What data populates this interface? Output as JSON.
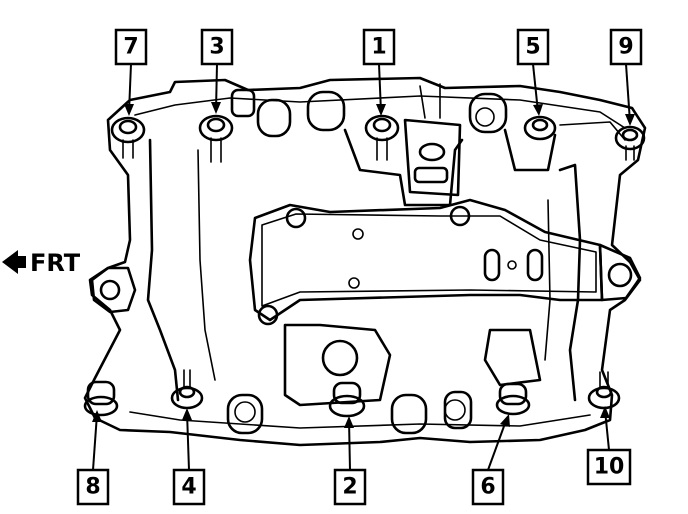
{
  "direction_label": {
    "text": "FRT"
  },
  "bolts": [
    {
      "number": "7"
    },
    {
      "number": "3"
    },
    {
      "number": "1"
    },
    {
      "number": "5"
    },
    {
      "number": "9"
    },
    {
      "number": "8"
    },
    {
      "number": "4"
    },
    {
      "number": "2"
    },
    {
      "number": "6"
    },
    {
      "number": "10"
    }
  ]
}
